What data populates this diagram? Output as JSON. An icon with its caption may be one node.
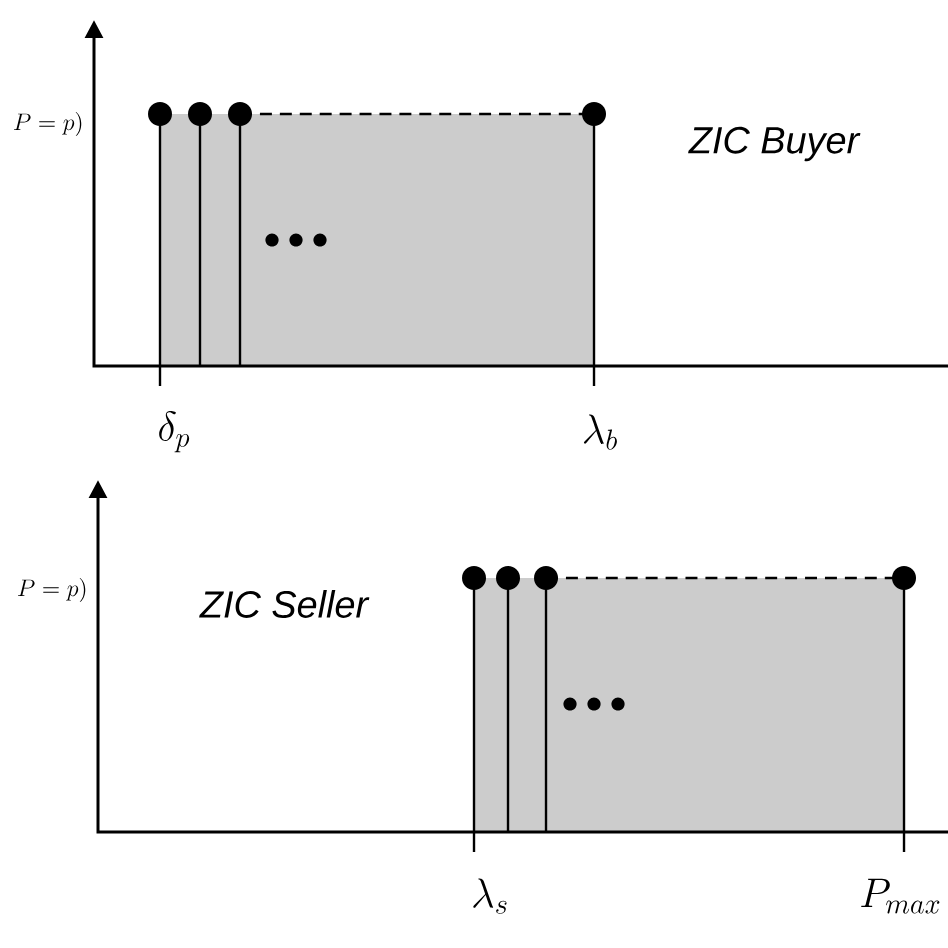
{
  "diagram": {
    "labels": [
      "P=p)",
      "ZIC Buyer",
      "\\delta_p",
      "\\lambda_b",
      "P=p)",
      "ZIC Seller",
      "\\lambda_s",
      "P_{max}"
    ]
  }
}
